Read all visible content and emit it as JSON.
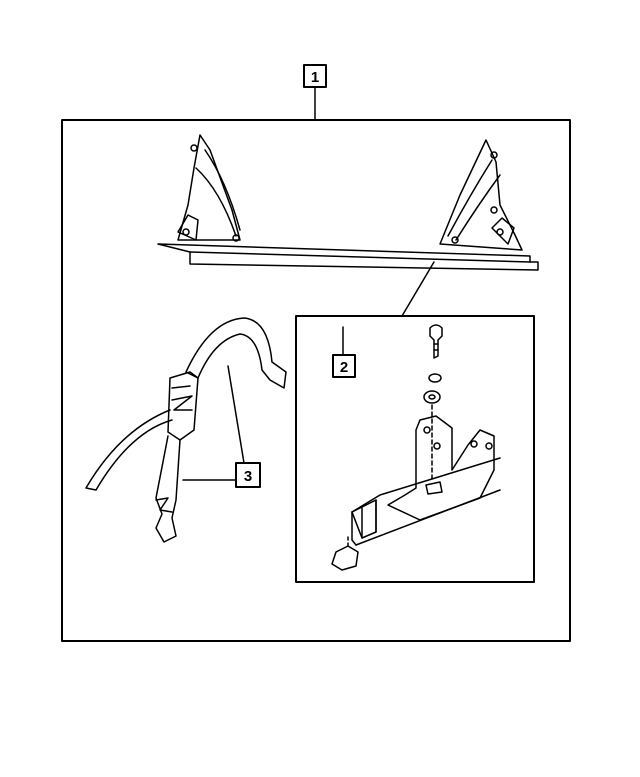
{
  "callouts": {
    "assembly": "1",
    "rail_hardware": "2",
    "strap": "3"
  },
  "colors": {
    "line": "#000000",
    "background": "#ffffff"
  }
}
